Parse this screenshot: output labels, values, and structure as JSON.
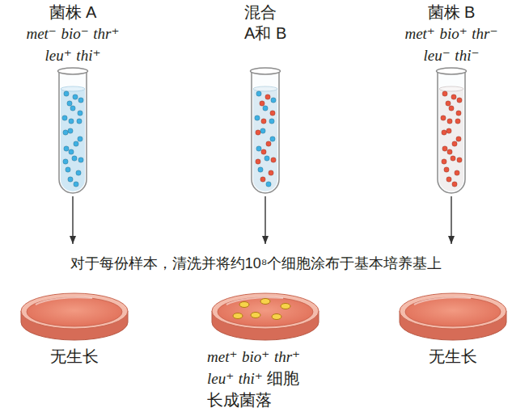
{
  "diagram": {
    "nodes": [
      {
        "text": [
          "菌株 A",
          "met⁻ bio⁻ thr⁺ leu⁺ thi⁺"
        ]
      },
      {
        "text": [
          "混合 A和 B"
        ]
      },
      {
        "text": [
          "菌株 B",
          "met⁺ bio⁺ thr⁻ leu⁻ thi⁻"
        ]
      },
      {
        "text": [
          "对于每份样本，清洗并将约10⁸个细胞涂布于基本培养基上"
        ]
      },
      {
        "text": [
          "无生长"
        ]
      },
      {
        "text": [
          "met⁺ bio⁺ thr⁺ leu⁺ thi⁺ 细胞 长成菌落"
        ]
      },
      {
        "text": [
          "无生长"
        ]
      }
    ],
    "edges": [
      {
        "from": 0,
        "to": 3,
        "arrow": "to"
      },
      {
        "from": 1,
        "to": 3,
        "arrow": "to"
      },
      {
        "from": 2,
        "to": 3,
        "arrow": "to"
      }
    ]
  }
}
